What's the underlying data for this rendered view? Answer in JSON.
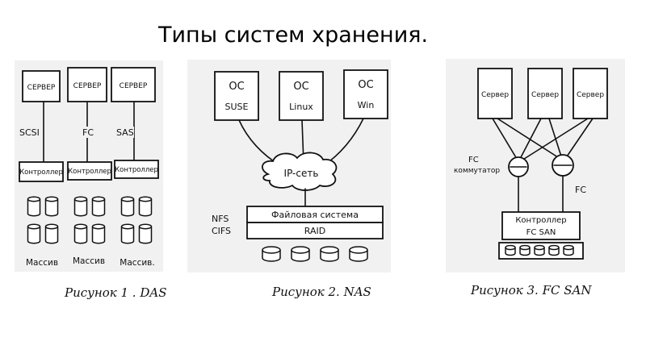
{
  "slide": {
    "title": "Типы систем хранения."
  },
  "das": {
    "servers": [
      "СЕРВЕР",
      "СЕРВЕР",
      "СЕРВЕР"
    ],
    "links": [
      "SCSI",
      "FC",
      "SAS"
    ],
    "controllers": [
      "Контроллер",
      "Контроллер",
      "Контроллер"
    ],
    "arrays": [
      "Массив",
      "Массив",
      "Массив."
    ],
    "caption": "Рисунок 1 . DAS"
  },
  "nas": {
    "os_label": [
      "ОС",
      "ОС",
      "ОС"
    ],
    "os_names": [
      "SUSE",
      "Linux",
      "Win"
    ],
    "network": "IP-сеть",
    "filesystem": "Файловая система",
    "raid": "RAID",
    "proto_1": "NFS",
    "proto_2": "CIFS",
    "caption": "Рисунок 2. NAS"
  },
  "san": {
    "servers": [
      "Сервер",
      "Сервер",
      "Сервер"
    ],
    "switch_1": "FC",
    "switch_2": "коммутатор",
    "fc": "FC",
    "controller_1": "Контроллер",
    "controller_2": "FC SAN",
    "caption": "Рисунок 3. FC SAN"
  }
}
